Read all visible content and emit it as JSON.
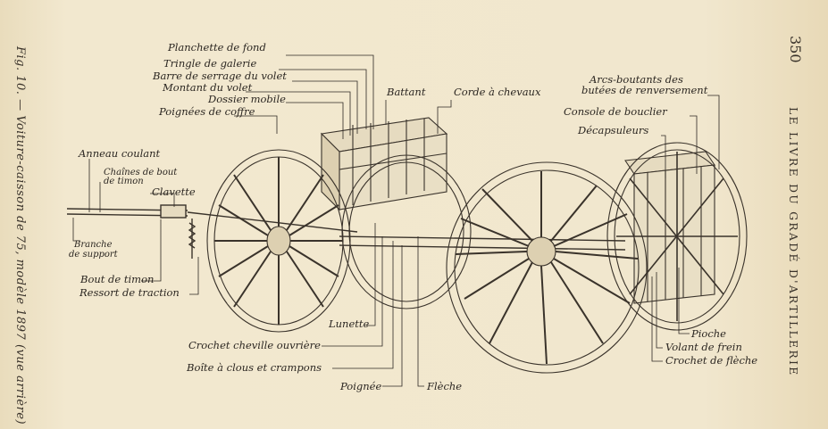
{
  "page_number": "350",
  "running_head": "LE LIVRE DU GRADÉ D'ARTILLERIE",
  "caption": "Fig. 10. — Voiture-caisson de 75, modèle 1897 (vue arrière)",
  "labels": {
    "planchette_de_fond": "Planchette de fond",
    "tringle_de_galerie": "Tringle de galerie",
    "barre_de_serrage": "Barre de serrage du volet",
    "montant_du_volet": "Montant du volet",
    "dossier_mobile": "Dossier mobile",
    "poignees_de_coffre": "Poignées de coffre",
    "battant": "Battant",
    "corde_a_chevaux": "Corde à chevaux",
    "arcs_boutants_line1": "Arcs-boutants des",
    "arcs_boutants_line2": "butées de renversement",
    "console_de_bouclier": "Console de bouclier",
    "decapsuleurs": "Décapsuleurs",
    "anneau_coulant": "Anneau coulant",
    "chaines_line1": "Chaînes de bout",
    "chaines_line2": "de timon",
    "clavette": "Clavette",
    "branche_line1": "Branche",
    "branche_line2": "de support",
    "bout_de_timon": "Bout de timon",
    "ressort_de_traction": "Ressort de traction",
    "lunette": "Lunette",
    "crochet_cheville": "Crochet cheville ouvrière",
    "boite_a_clous": "Boîte à clous et crampons",
    "poignee": "Poignée",
    "fleche": "Flèche",
    "pioche": "Pioche",
    "volant_de_frein": "Volant de frein",
    "crochet_de_fleche": "Crochet de flèche"
  }
}
